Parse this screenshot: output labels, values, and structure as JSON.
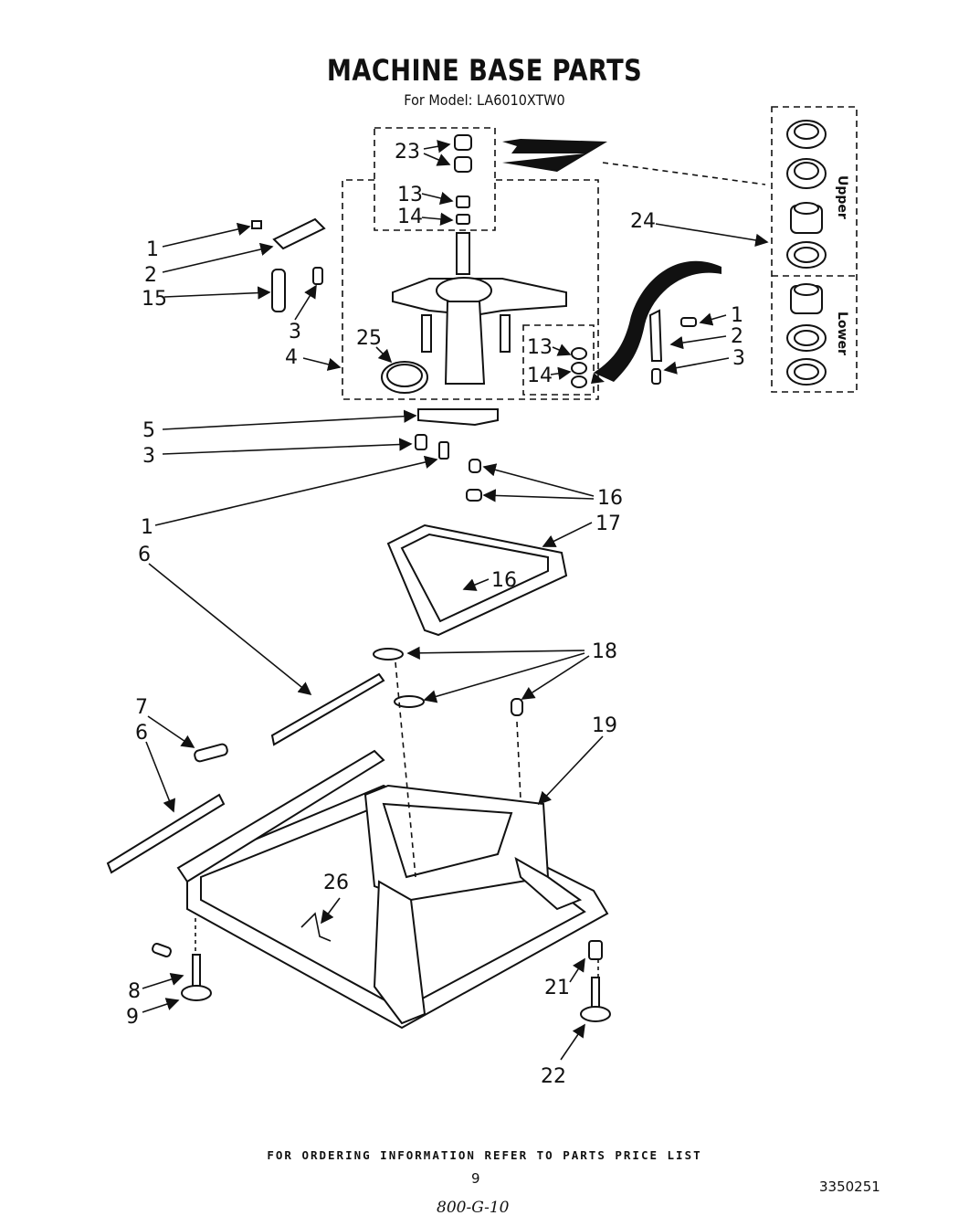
{
  "title": "MACHINE BASE PARTS",
  "model_line": "For Model: LA6010XTW0",
  "inset": {
    "upper_label": "Upper",
    "lower_label": "Lower"
  },
  "callouts": {
    "c23": "23",
    "c13a": "13",
    "c14a": "14",
    "c24": "24",
    "c1a": "1",
    "c2a": "2",
    "c15": "15",
    "c3a": "3",
    "c4": "4",
    "c25": "25",
    "c1b": "1",
    "c2b": "2",
    "c3b": "3",
    "c13b": "13",
    "c14b": "14",
    "c5": "5",
    "c3c": "3",
    "c1c": "1",
    "c16a": "16",
    "c17": "17",
    "c16b": "16",
    "c6a": "6",
    "c18": "18",
    "c7": "7",
    "c6b": "6",
    "c19": "19",
    "c26": "26",
    "c8": "8",
    "c9": "9",
    "c21": "21",
    "c22": "22"
  },
  "footer": "FOR ORDERING INFORMATION REFER TO PARTS PRICE LIST",
  "page_number": "9",
  "doc_number": "3350251",
  "handwritten_note": "800-G-10"
}
